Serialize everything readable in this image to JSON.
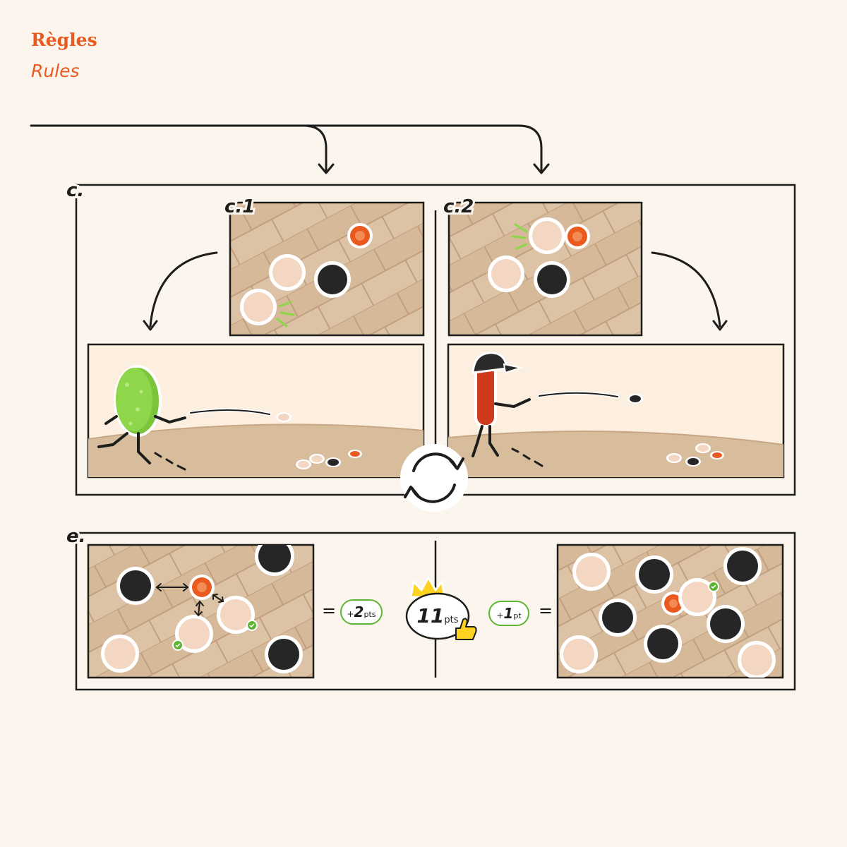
{
  "header": {
    "title_fr": "Règles",
    "title_en": "Rules"
  },
  "sections": {
    "c": {
      "label": "c.",
      "panel1": "c.1",
      "panel2": "c.2"
    },
    "e": {
      "label": "e."
    }
  },
  "scoring": {
    "equals": "=",
    "left_badge": {
      "prefix": "+",
      "value": "2",
      "unit": "pts"
    },
    "right_badge": {
      "prefix": "+",
      "value": "1",
      "unit": "pt"
    },
    "win_badge": {
      "value": "11",
      "unit": "pts"
    }
  },
  "colors": {
    "background": "#fcf5ee",
    "accent": "#ea5a1f",
    "line": "#1d1d1b",
    "board_light": "#dcc3a5",
    "board_dark": "#c9aa89",
    "sky": "#fcefdf",
    "ground": "#d8bd9d",
    "green_player": "#8ed64a",
    "red_player": "#cf3a1c",
    "token_pink": "#f3d7c2",
    "token_black": "#262626",
    "token_orange": "#ea5a1f",
    "check_green": "#5cb531"
  },
  "icons": {
    "crown": "crown-icon",
    "thumbs_up": "thumbs-up-icon",
    "cycle": "cycle-arrows-icon",
    "check": "check-icon"
  }
}
